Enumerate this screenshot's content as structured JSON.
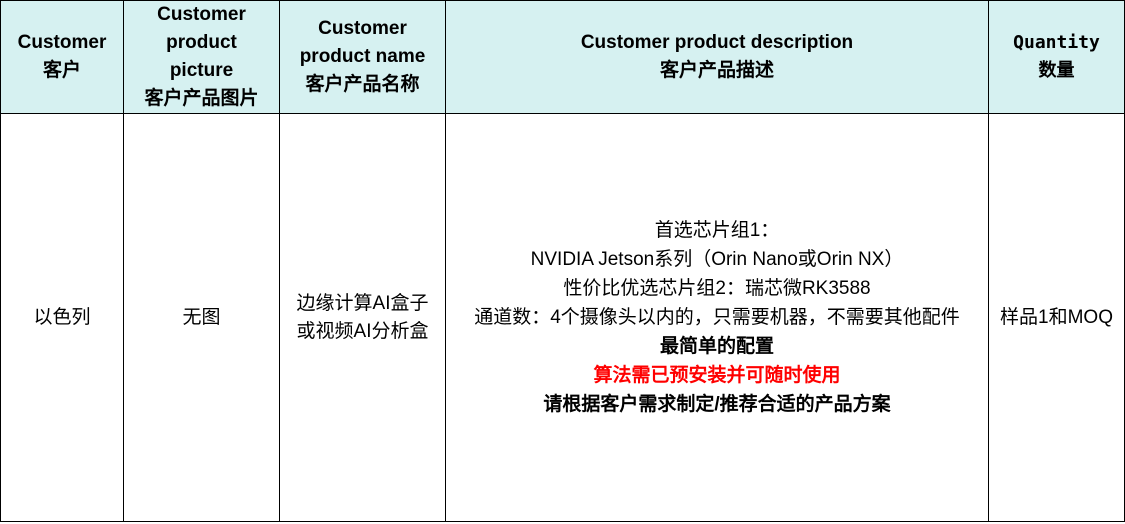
{
  "headers": {
    "customer": [
      "Customer",
      "客户"
    ],
    "picture": [
      "Customer",
      "product",
      "picture",
      "客户产品图片"
    ],
    "name": [
      "Customer",
      "product name",
      "客户产品名称"
    ],
    "description": [
      "Customer product description",
      "客户产品描述"
    ],
    "quantity": [
      "Quantity",
      "数量"
    ]
  },
  "row": {
    "customer": "以色列",
    "picture": "无图",
    "name": [
      "边缘计算AI盒子",
      "或视频AI分析盒"
    ],
    "description": [
      "首选芯片组1：",
      "NVIDIA Jetson系列（Orin Nano或Orin NX）",
      "性价比优选芯片组2：瑞芯微RK3588",
      "通道数：4个摄像头以内的，只需要机器，不需要其他配件",
      "最简单的配置",
      "算法需已预安装并可随时使用",
      "请根据客户需求制定/推荐合适的产品方案"
    ],
    "quantity": "样品1和MOQ"
  },
  "colors": {
    "header_background": "#d6f1f1",
    "highlight_red": "#ff0000"
  }
}
